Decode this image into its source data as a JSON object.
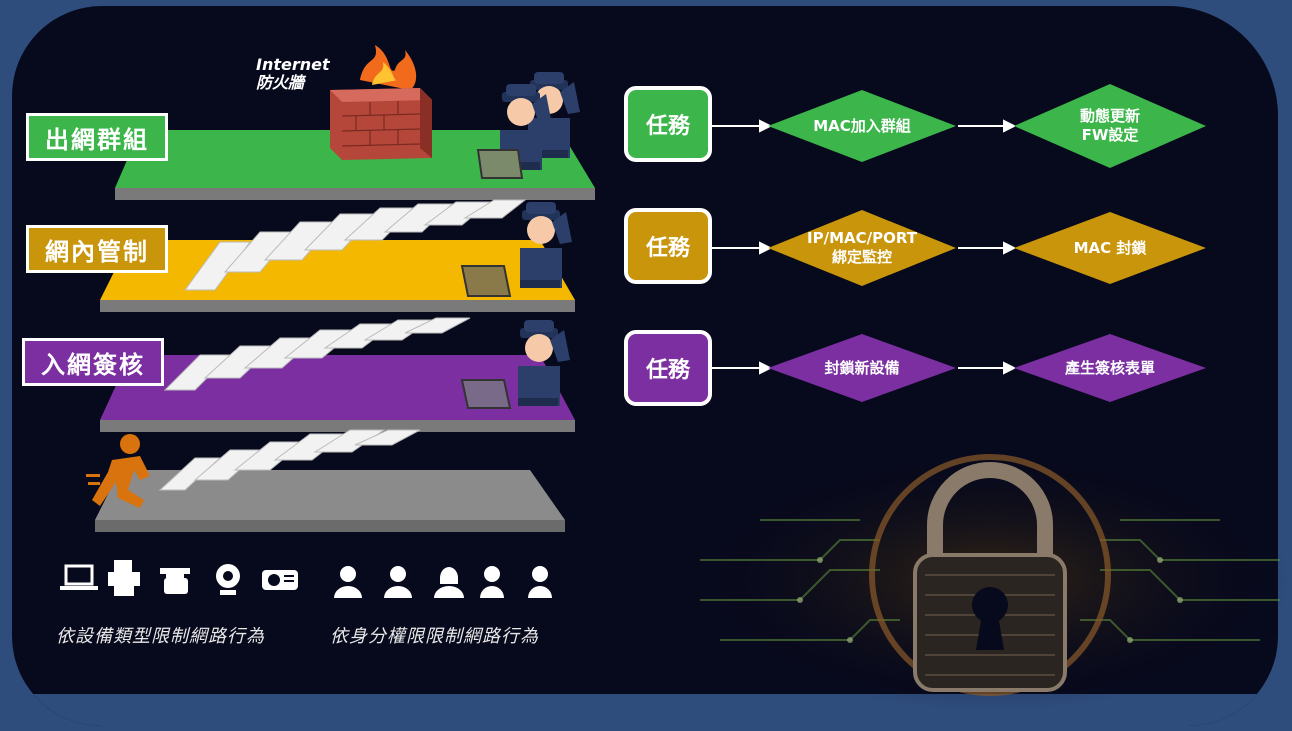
{
  "firewall": {
    "line1": "Internet",
    "line2": "防火牆"
  },
  "levels": [
    {
      "label": "出網群組",
      "color": "#3cb54a",
      "task": "任務",
      "step1": "MAC加入群組",
      "step2": "動態更新\nFW設定"
    },
    {
      "label": "網內管制",
      "color": "#c9950a",
      "task": "任務",
      "step1": "IP/MAC/PORT\n綁定監控",
      "step2": "MAC 封鎖"
    },
    {
      "label": "入網簽核",
      "color": "#7b2fa0",
      "task": "任務",
      "step1": "封鎖新設備",
      "step2": "產生簽核表單"
    }
  ],
  "captions": {
    "device": "依設備類型限制網路行為",
    "identity": "依身分權限限制網路行為"
  },
  "icons": {
    "device": [
      "laptop-icon",
      "printer-icon",
      "telephone-icon",
      "webcam-icon",
      "projector-icon"
    ],
    "identity": [
      "person-icon",
      "person-icon",
      "person-female-icon",
      "person-female-icon",
      "person-male-icon"
    ]
  },
  "colors": {
    "background": "#07091c",
    "frame": "#2e4c7c",
    "runner": "#d9730d"
  }
}
